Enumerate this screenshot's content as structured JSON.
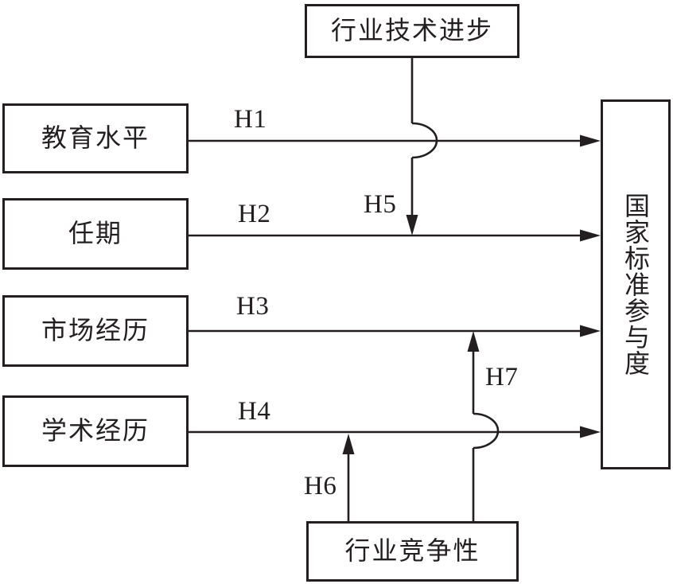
{
  "diagram": {
    "boxes": {
      "top": "行业技术进步",
      "left1": "教育水平",
      "left2": "任期",
      "left3": "市场经历",
      "left4": "学术经历",
      "right": "国家标准参与度",
      "bottom": "行业竞争性"
    },
    "edges": [
      {
        "label": "H1",
        "from": "教育水平",
        "to": "国家标准参与度"
      },
      {
        "label": "H2",
        "from": "任期",
        "to": "国家标准参与度"
      },
      {
        "label": "H3",
        "from": "市场经历",
        "to": "国家标准参与度"
      },
      {
        "label": "H4",
        "from": "学术经历",
        "to": "国家标准参与度"
      },
      {
        "label": "H5",
        "from": "行业技术进步",
        "to": "任期→国家标准参与度 路径"
      },
      {
        "label": "H6",
        "from": "行业竞争性",
        "to": "学术经历→国家标准参与度 路径"
      },
      {
        "label": "H7",
        "from": "行业竞争性",
        "to": "市场经历→国家标准参与度 路径"
      }
    ],
    "colors": {
      "stroke": "#231f20",
      "background": "#ffffff"
    }
  }
}
